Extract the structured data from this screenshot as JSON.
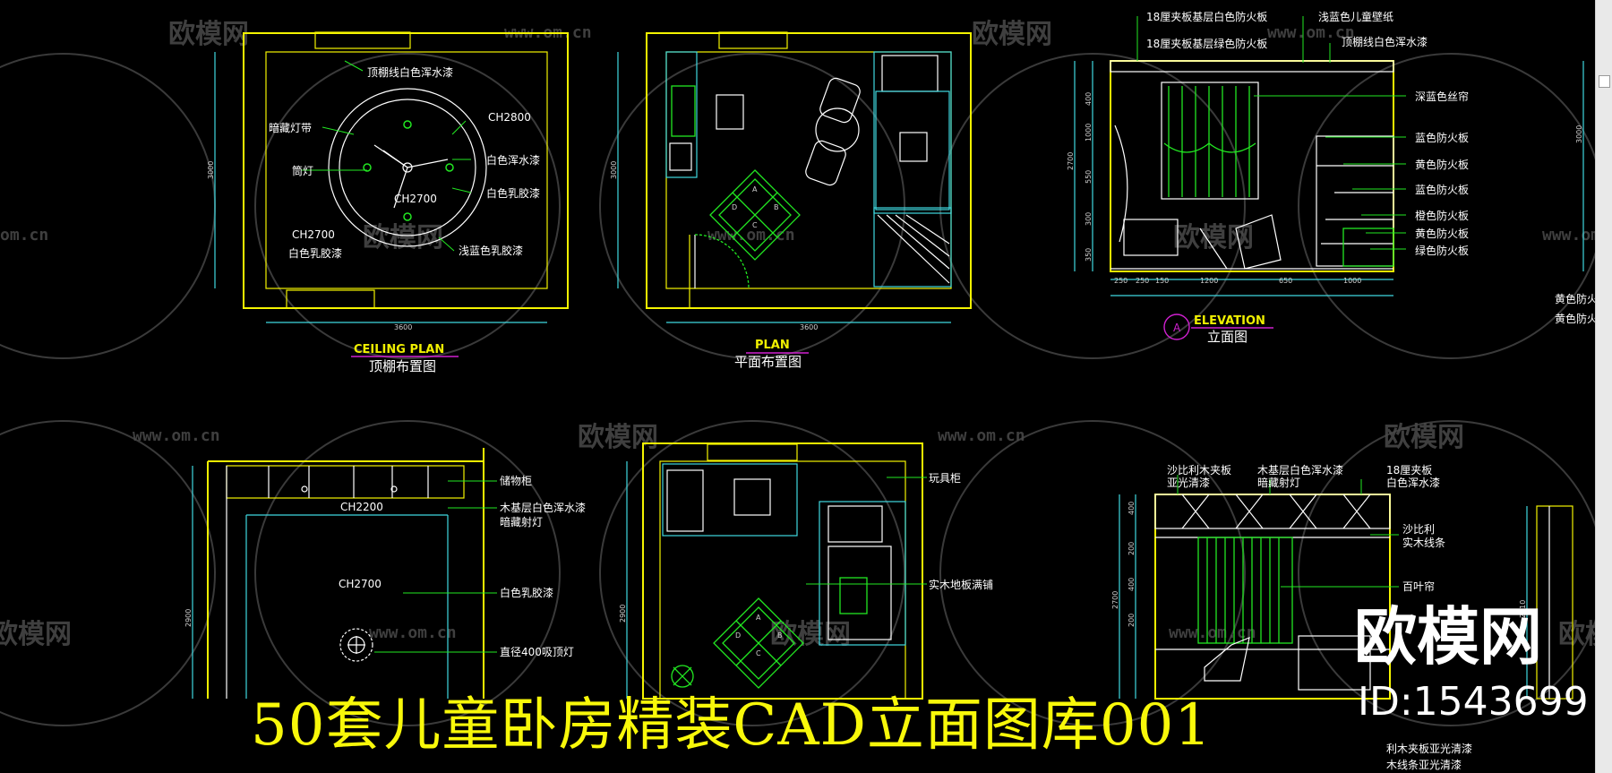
{
  "watermarks": {
    "brand": "欧模网",
    "url": "www.om.cn",
    "url_partial": "om.cn"
  },
  "ceiling_plan": {
    "title_en": "CEILING PLAN",
    "title_cn": "顶棚布置图",
    "labels": [
      "顶棚线白色浑水漆",
      "暗藏灯带",
      "CH2800",
      "白色浑水漆",
      "筒灯",
      "白色乳胶漆",
      "CH2700",
      "CH2700",
      "白色乳胶漆",
      "浅蓝色乳胶漆"
    ],
    "dims": {
      "height": "3000",
      "width": "3600"
    }
  },
  "plan": {
    "title_en": "PLAN",
    "title_cn": "平面布置图",
    "dims": {
      "height": "3000",
      "width": "3600"
    },
    "rug_letters": [
      "A",
      "B",
      "C",
      "D"
    ]
  },
  "elevation": {
    "marker": "A",
    "title_en": "ELEVATION",
    "title_cn": "立面图",
    "top_labels": [
      "18厘夹板基层白色防火板",
      "18厘夹板基层绿色防火板",
      "浅蓝色儿童壁纸",
      "顶棚线白色浑水漆"
    ],
    "right_labels": [
      "深蓝色丝帘",
      "蓝色防火板",
      "黄色防火板",
      "蓝色防火板",
      "橙色防火板",
      "黄色防火板",
      "绿色防火板"
    ],
    "dims_bottom": [
      "250",
      "250",
      "150",
      "1200",
      "650",
      "1000"
    ],
    "dims_left": [
      "400",
      "1000",
      "550",
      "300",
      "350"
    ],
    "dims_total": "2700",
    "dims_right": "3000"
  },
  "edge_labels": [
    "黄色防火板",
    "黄色防火板"
  ],
  "ceiling_plan_2": {
    "labels": [
      "储物柜",
      "CH2200",
      "木基层白色浑水漆",
      "暗藏射灯",
      "CH2700",
      "白色乳胶漆",
      "直径400吸顶灯"
    ],
    "dims": {
      "height": "2900"
    }
  },
  "plan_2": {
    "labels": [
      "玩具柜",
      "实木地板满铺"
    ],
    "dims": {
      "height": "2900"
    },
    "rug_letters": [
      "A",
      "B",
      "C",
      "D"
    ]
  },
  "elevation_2": {
    "labels_top": [
      "沙比利木夹板",
      "亚光清漆",
      "木基层白色浑水漆",
      "暗藏射灯",
      "18厘夹板",
      "白色浑水漆"
    ],
    "labels_right": [
      "沙比利",
      "实木线条",
      "百叶帘"
    ],
    "labels_bottom": [
      "利木夹板亚光清漆",
      "木线条亚光清漆"
    ],
    "dims_left": [
      "400",
      "200",
      "400",
      "200"
    ],
    "dims_total": "2700",
    "dims_right": "2410"
  },
  "banner": {
    "title": "50套儿童卧房精装CAD立面图库001"
  },
  "brand": {
    "logo": "欧模网",
    "id": "ID:1543699"
  },
  "colors": {
    "background": "#000000",
    "wall": "#f4f400",
    "furniture": "#ffffff",
    "annotation": "#22e822",
    "cabinet": "#3fd8e0",
    "banner": "#f8f80a"
  }
}
